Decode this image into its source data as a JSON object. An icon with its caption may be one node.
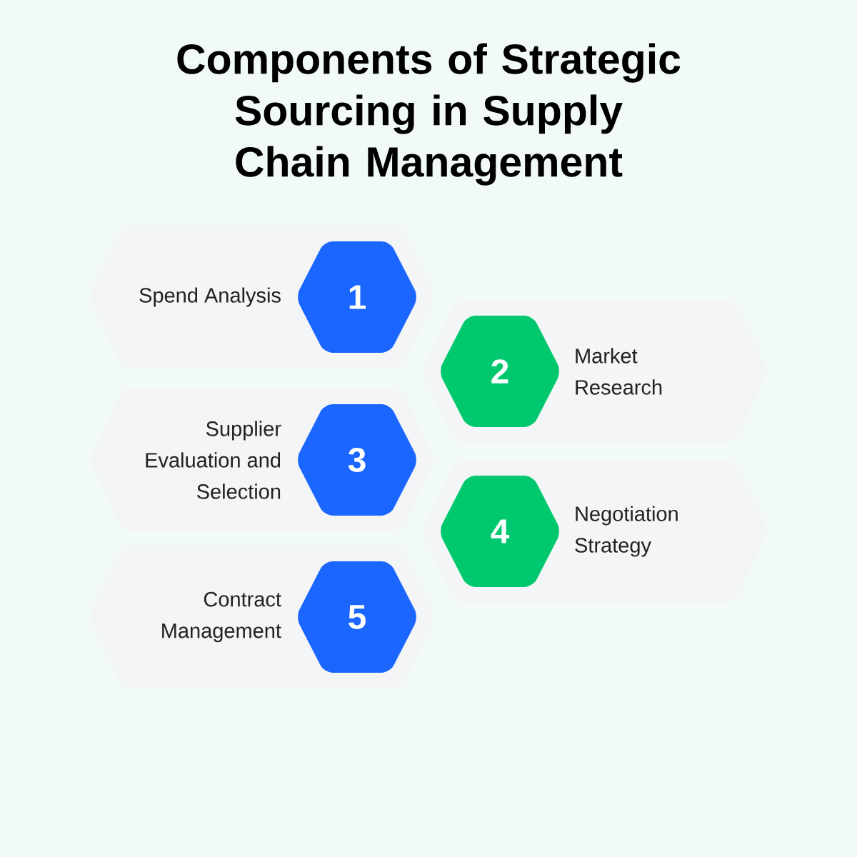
{
  "diagram": {
    "title": "Components of Strategic Sourcing in Supply Chain Management",
    "nodes": [
      {
        "text": [
          "Spend Analysis"
        ]
      },
      {
        "text": [
          "1"
        ],
        "in": 0
      },
      {
        "text": [
          "Market Research"
        ]
      },
      {
        "text": [
          "2"
        ],
        "in": 2
      },
      {
        "text": [
          "Supplier Evaluation and Selection"
        ]
      },
      {
        "text": [
          "3"
        ],
        "in": 4
      },
      {
        "text": [
          "Negotiation Strategy"
        ]
      },
      {
        "text": [
          "4"
        ],
        "in": 6
      },
      {
        "text": [
          "Contract Management"
        ]
      },
      {
        "text": [
          "5"
        ],
        "in": 8
      }
    ]
  }
}
